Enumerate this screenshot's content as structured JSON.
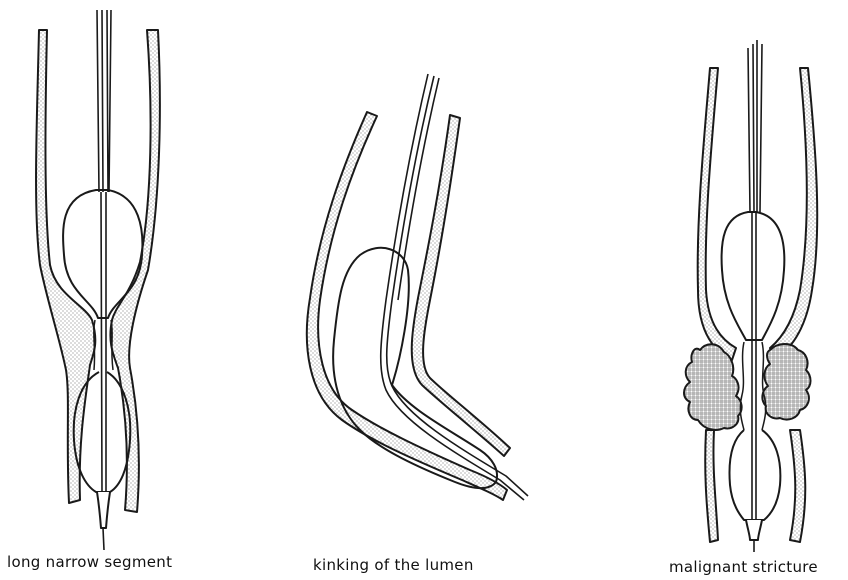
{
  "captions": {
    "long_narrow_segment": "long narrow segment",
    "kinking_of_the_lumen": "kinking of the lumen",
    "malignant_stricture": "malignant stricture"
  },
  "colors": {
    "ink": "#1a1a1a",
    "stipple": "#555555",
    "background": "#ffffff"
  }
}
